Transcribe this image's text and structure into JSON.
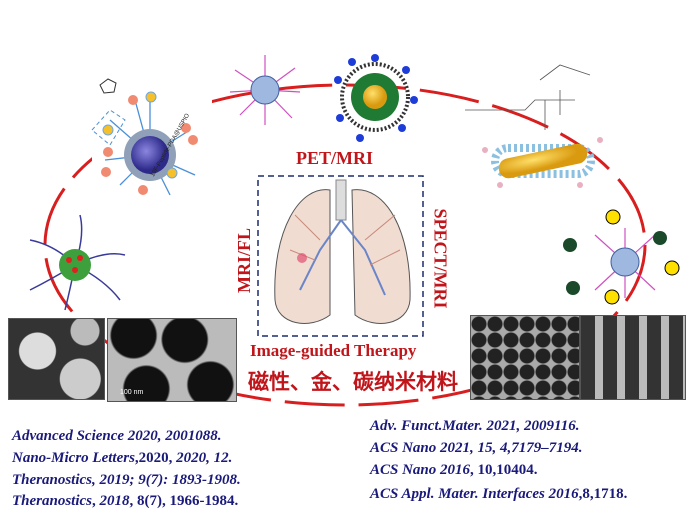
{
  "center": {
    "top_label": "PET/MRI",
    "left_label": "MRI/FL",
    "right_label": "SPECT/MRI",
    "therapy_label": "Image-guided Therapy",
    "materials_label": "磁性、金、碳纳米材料"
  },
  "figure_labels": {
    "nanoparticle_label": "18F-Peptide-PDA@USPIO",
    "scale_bar": "100 nm"
  },
  "references_left": [
    [
      {
        "t": "Advanced Science 2020, 2001088.",
        "i": true
      }
    ],
    [
      {
        "t": "Nano-Micro Letters",
        "i": true
      },
      {
        "t": ",2020, ",
        "i": false
      },
      {
        "t": "2020, 12.",
        "i": true
      }
    ],
    [
      {
        "t": "Theranostics, 2019; 9(7): 1893-1908.",
        "i": true
      }
    ],
    [
      {
        "t": "Theranostics",
        "i": true
      },
      {
        "t": ", ",
        "i": false
      },
      {
        "t": "2018",
        "i": true
      },
      {
        "t": ", 8(7), 1966-1984.",
        "i": false
      }
    ]
  ],
  "references_right": [
    [
      {
        "t": "Adv. Funct.Mater. 2021, 2009116.",
        "i": true
      }
    ],
    [
      {
        "t": "ACS Nano 2021, 15, 4,7179–7194.",
        "i": true
      }
    ],
    [
      {
        "t": "ACS Nano 2016",
        "i": true
      },
      {
        "t": ", 10,10404.",
        "i": false
      }
    ],
    [
      {
        "t": "ACS Appl. Mater. Interfaces 2016",
        "i": true
      },
      {
        "t": ",8,1718.",
        "i": false
      }
    ]
  ],
  "colors": {
    "accent_red": "#c0161b",
    "reference_navy": "#1a1a7a",
    "box_navy": "#1c2a6e"
  }
}
